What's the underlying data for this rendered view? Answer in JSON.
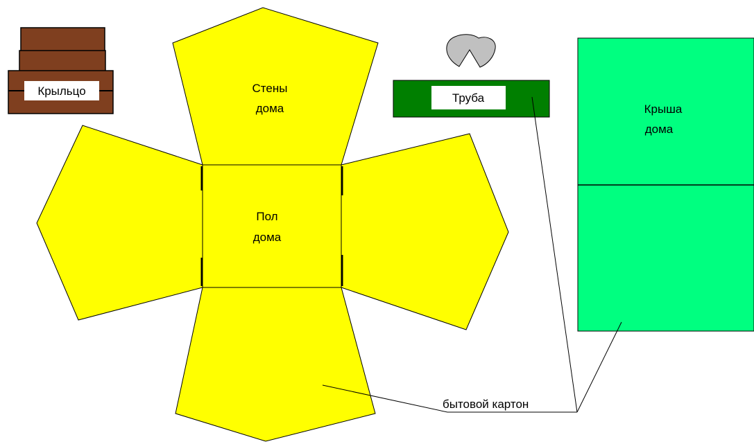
{
  "colors": {
    "house_panels": "#ffff00",
    "roof": "#00ff80",
    "chimney": "#007f00",
    "porch": "#7f3f1f",
    "chimney_cap": "#c0c0c0",
    "outline": "#000000",
    "label_box": "#ffffff"
  },
  "porch": {
    "label": "Крыльцо"
  },
  "walls": {
    "label_line1": "Стены",
    "label_line2": "дома"
  },
  "floor": {
    "label_line1": "Пол",
    "label_line2": "дома"
  },
  "chimney": {
    "label": "Труба"
  },
  "roof": {
    "label_line1": "Крыша",
    "label_line2": "дома"
  },
  "material_callout": {
    "label": "бытовой картон"
  }
}
